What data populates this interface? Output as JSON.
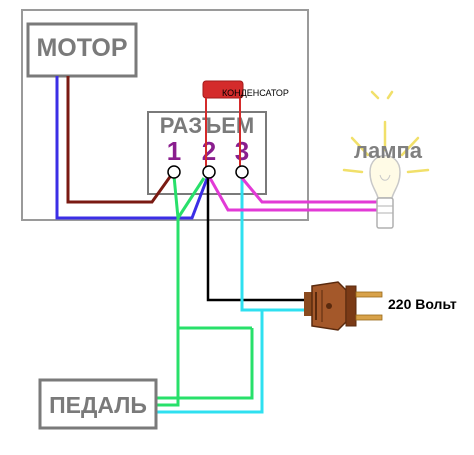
{
  "labels": {
    "motor": "МОТОР",
    "connector": "РАЗЪЕМ",
    "capacitor": "КОНДЕНСАТОР",
    "lamp": "лампа",
    "pedal": "ПЕДАЛЬ",
    "voltage": "220 Вольт"
  },
  "terminals": [
    "1",
    "2",
    "3"
  ],
  "colors": {
    "brown_wire": "#7a1a12",
    "blue_wire": "#3b2ee6",
    "green_wire": "#28e06a",
    "cyan_wire": "#2fe0f0",
    "black_wire": "#000000",
    "magenta_wire": "#e23ad6",
    "capacitor": "#d42b2b",
    "terminal_digits": "#8a1e8e",
    "plug_body": "#8a4a1e",
    "lamp_glow": "#f1e06a"
  }
}
